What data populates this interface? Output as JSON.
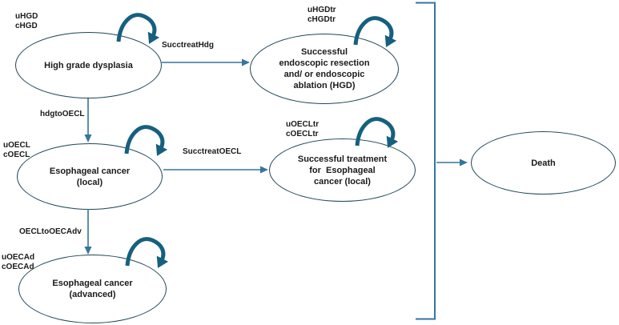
{
  "diagram": {
    "background": "#ffffff",
    "colors": {
      "node_border": "#1F4557",
      "arrow": "#35759E",
      "self_loop": "#16607F",
      "text": "#1A1A1A"
    },
    "nodes": [
      {
        "id": "high-grade-dysplasia",
        "label": "High grade dysplasia",
        "tags": "uHGD\ncHGD",
        "self_loop": true
      },
      {
        "id": "successful-endoscopic-resection-hgd",
        "label": "Successful\nendoscopic resection\nand/ or endoscopic\nablation (HGD)",
        "tags": "uHGDtr\ncHGDtr",
        "self_loop": true
      },
      {
        "id": "esophageal-cancer-local",
        "label": "Esophageal cancer\n(local)",
        "tags": "uOECL\ncOECL",
        "self_loop": true
      },
      {
        "id": "successful-treatment-esophageal-cancer-local",
        "label": "Successful treatment\nfor  Esophageal\ncancer (local)",
        "tags": "uOECLtr\ncOECLtr",
        "self_loop": true
      },
      {
        "id": "esophageal-cancer-advanced",
        "label": "Esophageal cancer\n(advanced)",
        "tags": "uOECAd\ncOECAd",
        "self_loop": true
      },
      {
        "id": "death",
        "label": "Death",
        "tags": "",
        "self_loop": false
      }
    ],
    "edges": [
      {
        "id": "succtreathdg",
        "label": "SucctreatHdg",
        "from": "high-grade-dysplasia",
        "to": "successful-endoscopic-resection-hgd"
      },
      {
        "id": "hdgtooecl",
        "label": "hdgtoOECL",
        "from": "high-grade-dysplasia",
        "to": "esophageal-cancer-local"
      },
      {
        "id": "succtreatoecl",
        "label": "SucctreatOECL",
        "from": "esophageal-cancer-local",
        "to": "successful-treatment-esophageal-cancer-local"
      },
      {
        "id": "oecltooecadv",
        "label": "OECLtoOECAdv",
        "from": "esophageal-cancer-local",
        "to": "esophageal-cancer-advanced"
      },
      {
        "id": "all-states-to-death",
        "label": "",
        "from": "all-states-bracket",
        "to": "death"
      }
    ]
  }
}
